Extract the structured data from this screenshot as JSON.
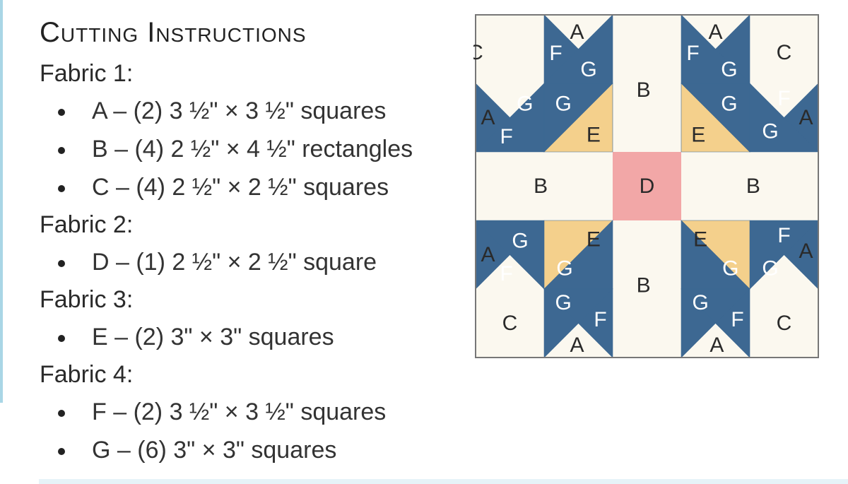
{
  "title": "Cutting Instructions",
  "fabrics": [
    {
      "name": "Fabric 1:",
      "items": [
        "A – (2) 3 ½\" × 3 ½\" squares",
        "B – (4) 2 ½\" × 4 ½\" rectangles",
        "C – (4) 2 ½\" × 2 ½\" squares"
      ]
    },
    {
      "name": "Fabric 2:",
      "items": [
        "D – (1) 2 ½\" × 2 ½\" square"
      ]
    },
    {
      "name": "Fabric 3:",
      "items": [
        "E – (2) 3\" × 3\" squares"
      ]
    },
    {
      "name": "Fabric 4:",
      "items": [
        "F – (2) 3 ½\" × 3 ½\" squares",
        "G – (6) 3\" × 3\" squares"
      ]
    }
  ],
  "block": {
    "colors": {
      "background": "#fbf8ef",
      "blue": "#3d6892",
      "yellow": "#f4d08c",
      "pink": "#f2a7a7",
      "border": "#777777",
      "dark_text": "#2a2a2a",
      "light_text": "#ffffff"
    },
    "labels": [
      {
        "t": "C",
        "c": 0,
        "r": 0.55,
        "light": false
      },
      {
        "t": "A",
        "c": 1.48,
        "r": 0.25,
        "light": false
      },
      {
        "t": "F",
        "c": 1.17,
        "r": 0.56,
        "light": true
      },
      {
        "t": "G",
        "c": 1.65,
        "r": 0.8,
        "light": true
      },
      {
        "t": "B",
        "c": 2.45,
        "r": 1.1,
        "light": false
      },
      {
        "t": "A",
        "c": 3.5,
        "r": 0.25,
        "light": false
      },
      {
        "t": "F",
        "c": 3.17,
        "r": 0.56,
        "light": true
      },
      {
        "t": "G",
        "c": 3.7,
        "r": 0.8,
        "light": true
      },
      {
        "t": "C",
        "c": 4.5,
        "r": 0.55,
        "light": false
      },
      {
        "t": "A",
        "c": 0.18,
        "r": 1.5,
        "light": false
      },
      {
        "t": "G",
        "c": 0.72,
        "r": 1.3,
        "light": true
      },
      {
        "t": "F",
        "c": 0.45,
        "r": 1.78,
        "light": true
      },
      {
        "t": "G",
        "c": 1.28,
        "r": 1.3,
        "light": true
      },
      {
        "t": "E",
        "c": 1.72,
        "r": 1.75,
        "light": false
      },
      {
        "t": "E",
        "c": 3.25,
        "r": 1.75,
        "light": false
      },
      {
        "t": "G",
        "c": 3.7,
        "r": 1.3,
        "light": true
      },
      {
        "t": "F",
        "c": 4.5,
        "r": 1.22,
        "light": true
      },
      {
        "t": "G",
        "c": 4.3,
        "r": 1.7,
        "light": true
      },
      {
        "t": "A",
        "c": 4.82,
        "r": 1.5,
        "light": false
      },
      {
        "t": "B",
        "c": 0.95,
        "r": 2.5,
        "light": false
      },
      {
        "t": "D",
        "c": 2.5,
        "r": 2.5,
        "light": false
      },
      {
        "t": "B",
        "c": 4.05,
        "r": 2.5,
        "light": false
      },
      {
        "t": "A",
        "c": 0.18,
        "r": 3.5,
        "light": false
      },
      {
        "t": "G",
        "c": 0.65,
        "r": 3.3,
        "light": true
      },
      {
        "t": "F",
        "c": 0.45,
        "r": 3.78,
        "light": true
      },
      {
        "t": "E",
        "c": 1.72,
        "r": 3.28,
        "light": false
      },
      {
        "t": "G",
        "c": 1.3,
        "r": 3.7,
        "light": true
      },
      {
        "t": "E",
        "c": 3.28,
        "r": 3.28,
        "light": false
      },
      {
        "t": "G",
        "c": 3.72,
        "r": 3.7,
        "light": true
      },
      {
        "t": "G",
        "c": 4.3,
        "r": 3.7,
        "light": true
      },
      {
        "t": "F",
        "c": 4.5,
        "r": 3.22,
        "light": true
      },
      {
        "t": "A",
        "c": 4.82,
        "r": 3.45,
        "light": false
      },
      {
        "t": "B",
        "c": 2.45,
        "r": 3.95,
        "light": false
      },
      {
        "t": "C",
        "c": 0.5,
        "r": 4.5,
        "light": false
      },
      {
        "t": "G",
        "c": 1.28,
        "r": 4.2,
        "light": true
      },
      {
        "t": "F",
        "c": 1.82,
        "r": 4.45,
        "light": true
      },
      {
        "t": "A",
        "c": 1.48,
        "r": 4.82,
        "light": false
      },
      {
        "t": "G",
        "c": 3.28,
        "r": 4.2,
        "light": true
      },
      {
        "t": "F",
        "c": 3.82,
        "r": 4.45,
        "light": true
      },
      {
        "t": "A",
        "c": 3.52,
        "r": 4.82,
        "light": false
      },
      {
        "t": "C",
        "c": 4.5,
        "r": 4.5,
        "light": false
      }
    ]
  }
}
